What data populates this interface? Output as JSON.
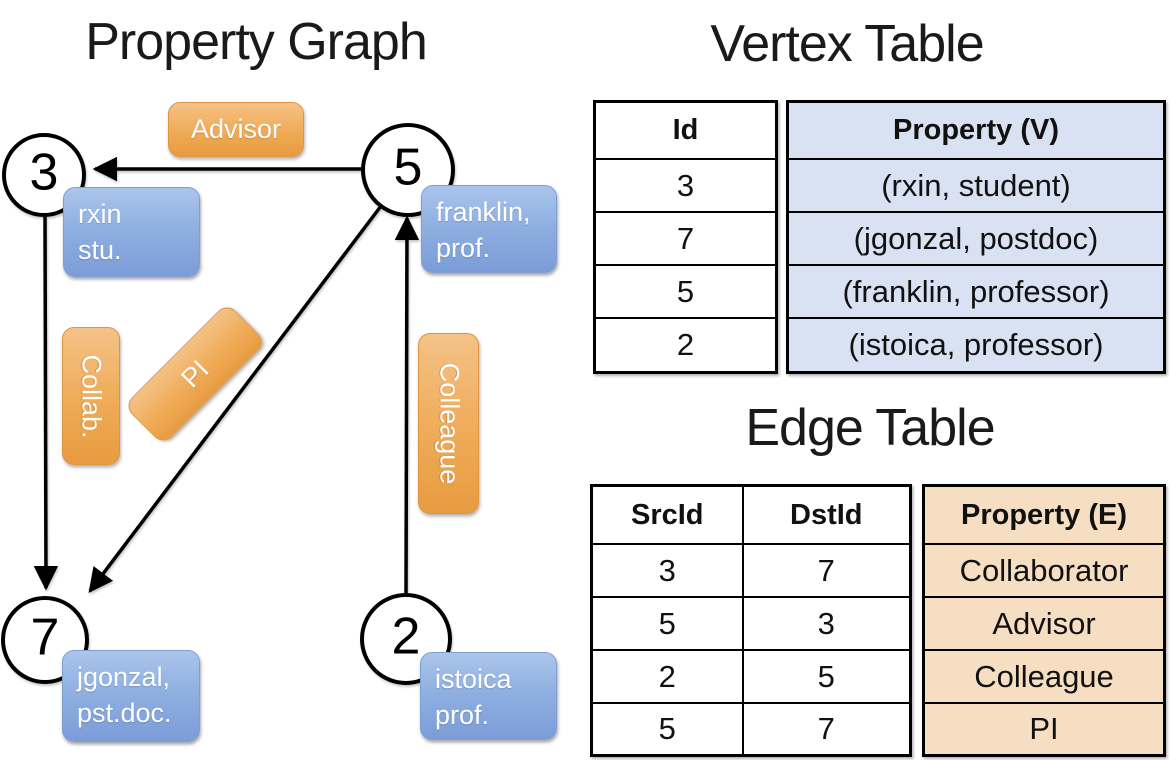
{
  "graph": {
    "title": "Property Graph",
    "nodes": [
      {
        "id": "3"
      },
      {
        "id": "5"
      },
      {
        "id": "7"
      },
      {
        "id": "2"
      }
    ],
    "vertex_labels": [
      {
        "line1": "rxin",
        "line2": "stu."
      },
      {
        "line1": "franklin,",
        "line2": "prof."
      },
      {
        "line1": "jgonzal,",
        "line2": "pst.doc."
      },
      {
        "line1": "istoica",
        "line2": "prof."
      }
    ],
    "edge_labels": [
      {
        "label": "Advisor"
      },
      {
        "label": "Collab."
      },
      {
        "label": "PI"
      },
      {
        "label": "Colleague"
      }
    ]
  },
  "vertex_table": {
    "title": "Vertex Table",
    "headers": {
      "id": "Id",
      "property": "Property (V)"
    },
    "rows": [
      {
        "id": "3",
        "property": "(rxin, student)"
      },
      {
        "id": "7",
        "property": "(jgonzal, postdoc)"
      },
      {
        "id": "5",
        "property": "(franklin, professor)"
      },
      {
        "id": "2",
        "property": "(istoica, professor)"
      }
    ]
  },
  "edge_table": {
    "title": "Edge Table",
    "headers": {
      "src": "SrcId",
      "dst": "DstId",
      "property": "Property (E)"
    },
    "rows": [
      {
        "src": "3",
        "dst": "7",
        "property": "Collaborator"
      },
      {
        "src": "5",
        "dst": "3",
        "property": "Advisor"
      },
      {
        "src": "2",
        "dst": "5",
        "property": "Colleague"
      },
      {
        "src": "5",
        "dst": "7",
        "property": "PI"
      }
    ]
  },
  "colors": {
    "edge_box_orange": "#ED9D40",
    "vertex_box_blue": "#7B9CD8",
    "vertex_cell_fill": "#D8E2F2",
    "edge_cell_fill": "#F6DEC2",
    "line_black": "#000000"
  }
}
